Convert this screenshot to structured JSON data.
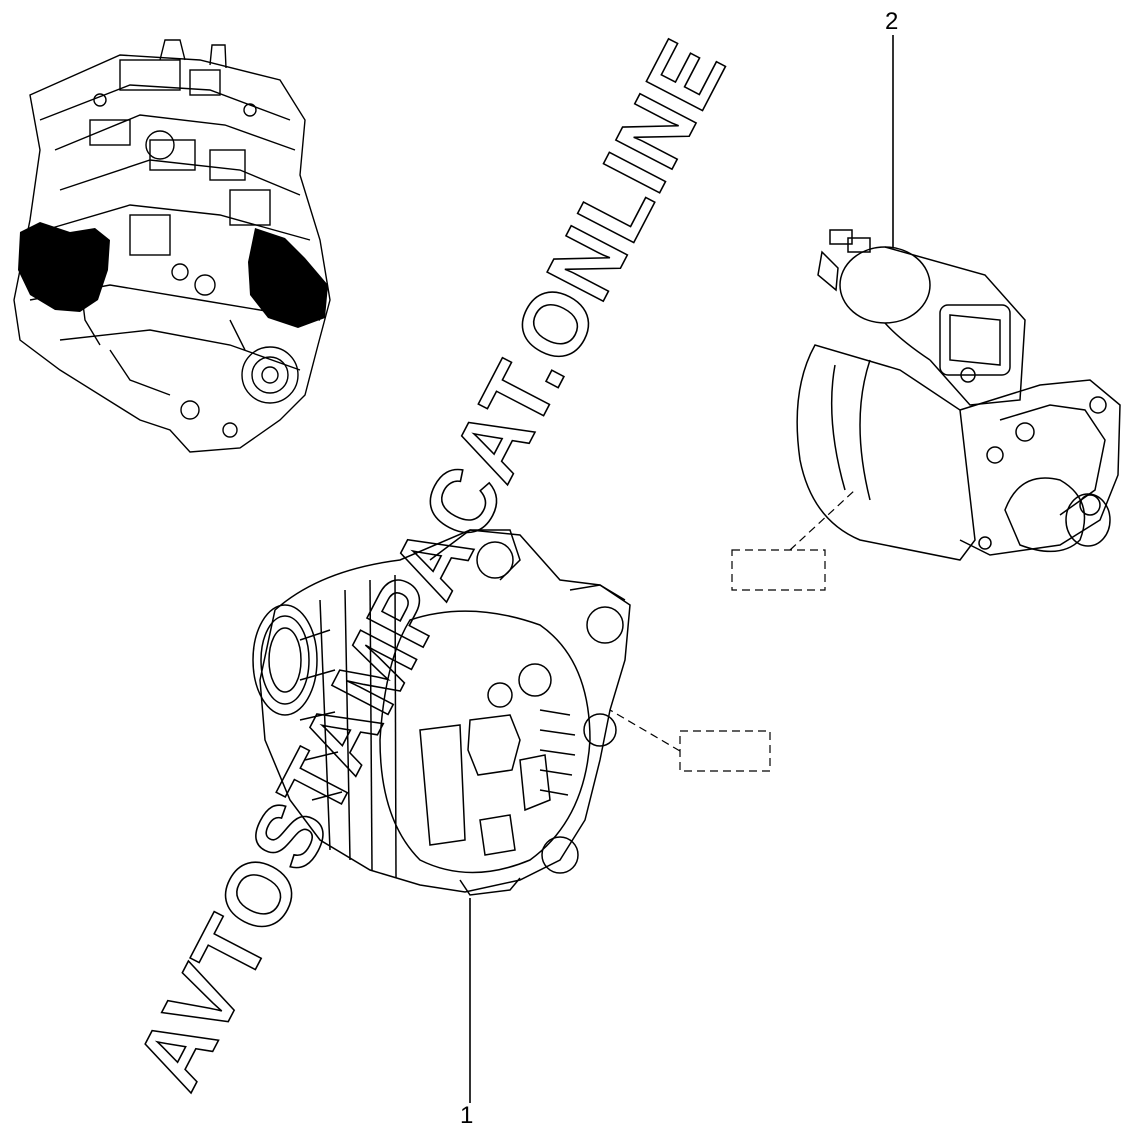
{
  "watermark": {
    "text": "AVTOSTAMPACAT.ONLINE"
  },
  "callouts": [
    {
      "id": "1",
      "label": "1",
      "part": "alternator"
    },
    {
      "id": "2",
      "label": "2",
      "part": "starter motor"
    }
  ],
  "colors": {
    "line": "#000000",
    "background": "#ffffff",
    "fill_dark": "#000000"
  }
}
